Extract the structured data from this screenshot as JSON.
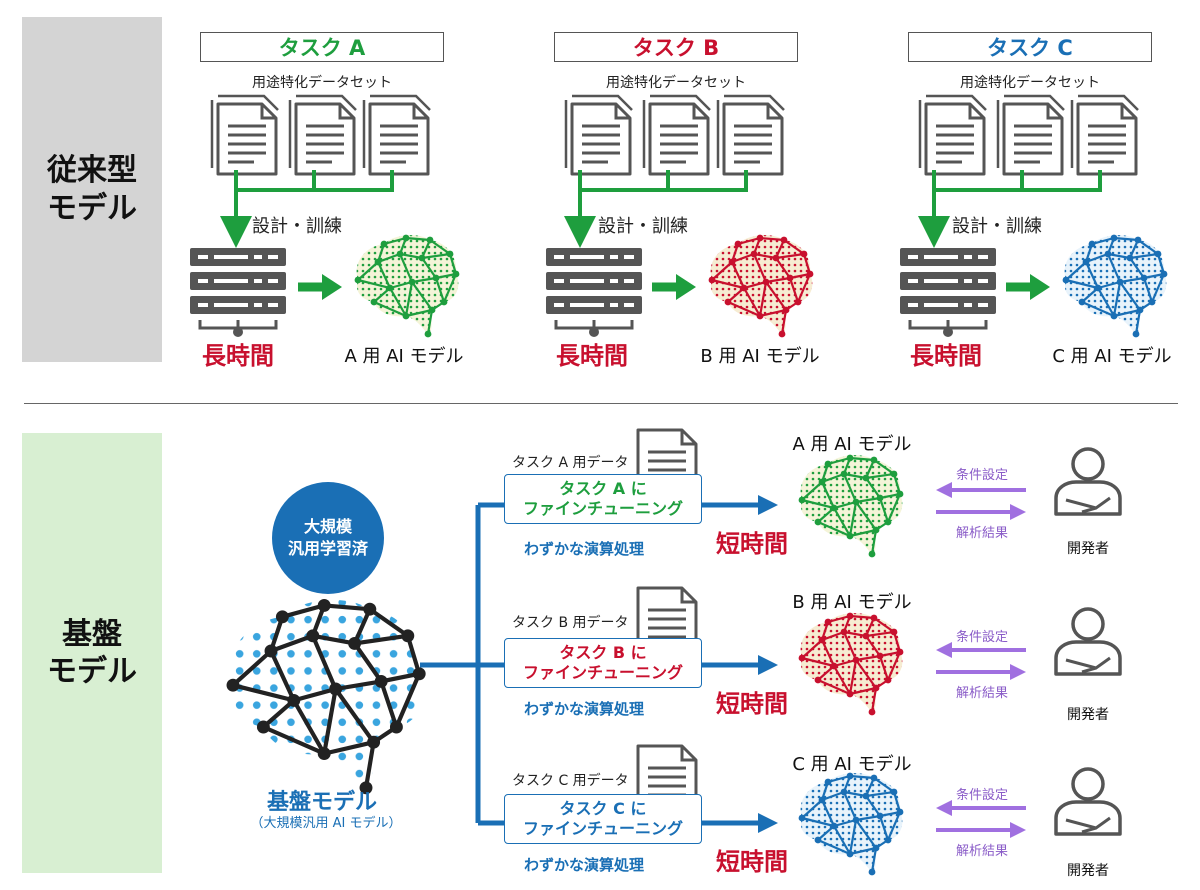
{
  "colors": {
    "green": "#1e9e3e",
    "red": "#c8102e",
    "blue": "#1a6fb5",
    "purple": "#a070e0",
    "gray": "#555555"
  },
  "sections": {
    "traditional": {
      "label_line1": "従来型",
      "label_line2": "モデル"
    },
    "foundation": {
      "label_line1": "基盤",
      "label_line2": "モデル"
    }
  },
  "traditional": {
    "dataset_label": "用途特化データセット",
    "design_label": "設計・訓練",
    "long_time_label": "長時間",
    "tasks": [
      {
        "title": "タスク A",
        "model_label": "A 用 AI モデル"
      },
      {
        "title": "タスク B",
        "model_label": "B 用 AI モデル"
      },
      {
        "title": "タスク C",
        "model_label": "C 用 AI モデル"
      }
    ]
  },
  "foundation": {
    "circle_line1": "大規模",
    "circle_line2": "汎用学習済",
    "model_name": "基盤モデル",
    "model_sub": "（大規模汎用 AI モデル）",
    "small_compute_label": "わずかな演算処理",
    "short_time_label": "短時間",
    "condition_label": "条件設定",
    "result_label": "解析結果",
    "developer_label": "開発者",
    "rows": [
      {
        "data_label": "タスク A 用データ",
        "ft_line1": "タスク A に",
        "ft_line2": "ファインチューニング",
        "model_label": "A 用 AI モデル"
      },
      {
        "data_label": "タスク B 用データ",
        "ft_line1": "タスク B に",
        "ft_line2": "ファインチューニング",
        "model_label": "B 用 AI モデル"
      },
      {
        "data_label": "タスク C 用データ",
        "ft_line1": "タスク C に",
        "ft_line2": "ファインチューニング",
        "model_label": "C 用 AI モデル"
      }
    ]
  }
}
